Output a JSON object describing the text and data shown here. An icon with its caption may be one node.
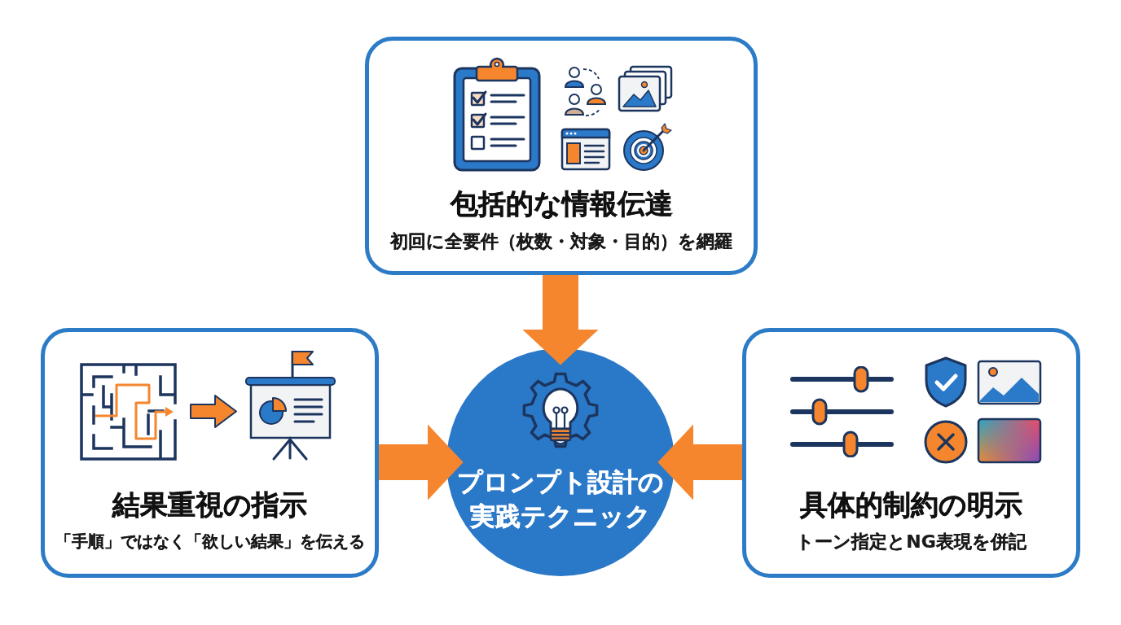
{
  "diagram": {
    "nodes": [
      {
        "text": [
          "包括的な情報伝達",
          "初回に全要件（枚数・対象・目的）を網羅"
        ]
      },
      {
        "text": [
          "結果重視の指示",
          "「手順」ではなく「欲しい結果」を伝える"
        ]
      },
      {
        "text": [
          "プロンプト設計の実践テクニック"
        ]
      },
      {
        "text": [
          "具体的制約の明示",
          "トーン指定とNG表現を併記"
        ]
      }
    ],
    "edges": [
      {
        "from": 0,
        "to": 2,
        "arrow": "to"
      },
      {
        "from": 1,
        "to": 2,
        "arrow": "to"
      },
      {
        "from": 3,
        "to": 2,
        "arrow": "to"
      }
    ]
  }
}
